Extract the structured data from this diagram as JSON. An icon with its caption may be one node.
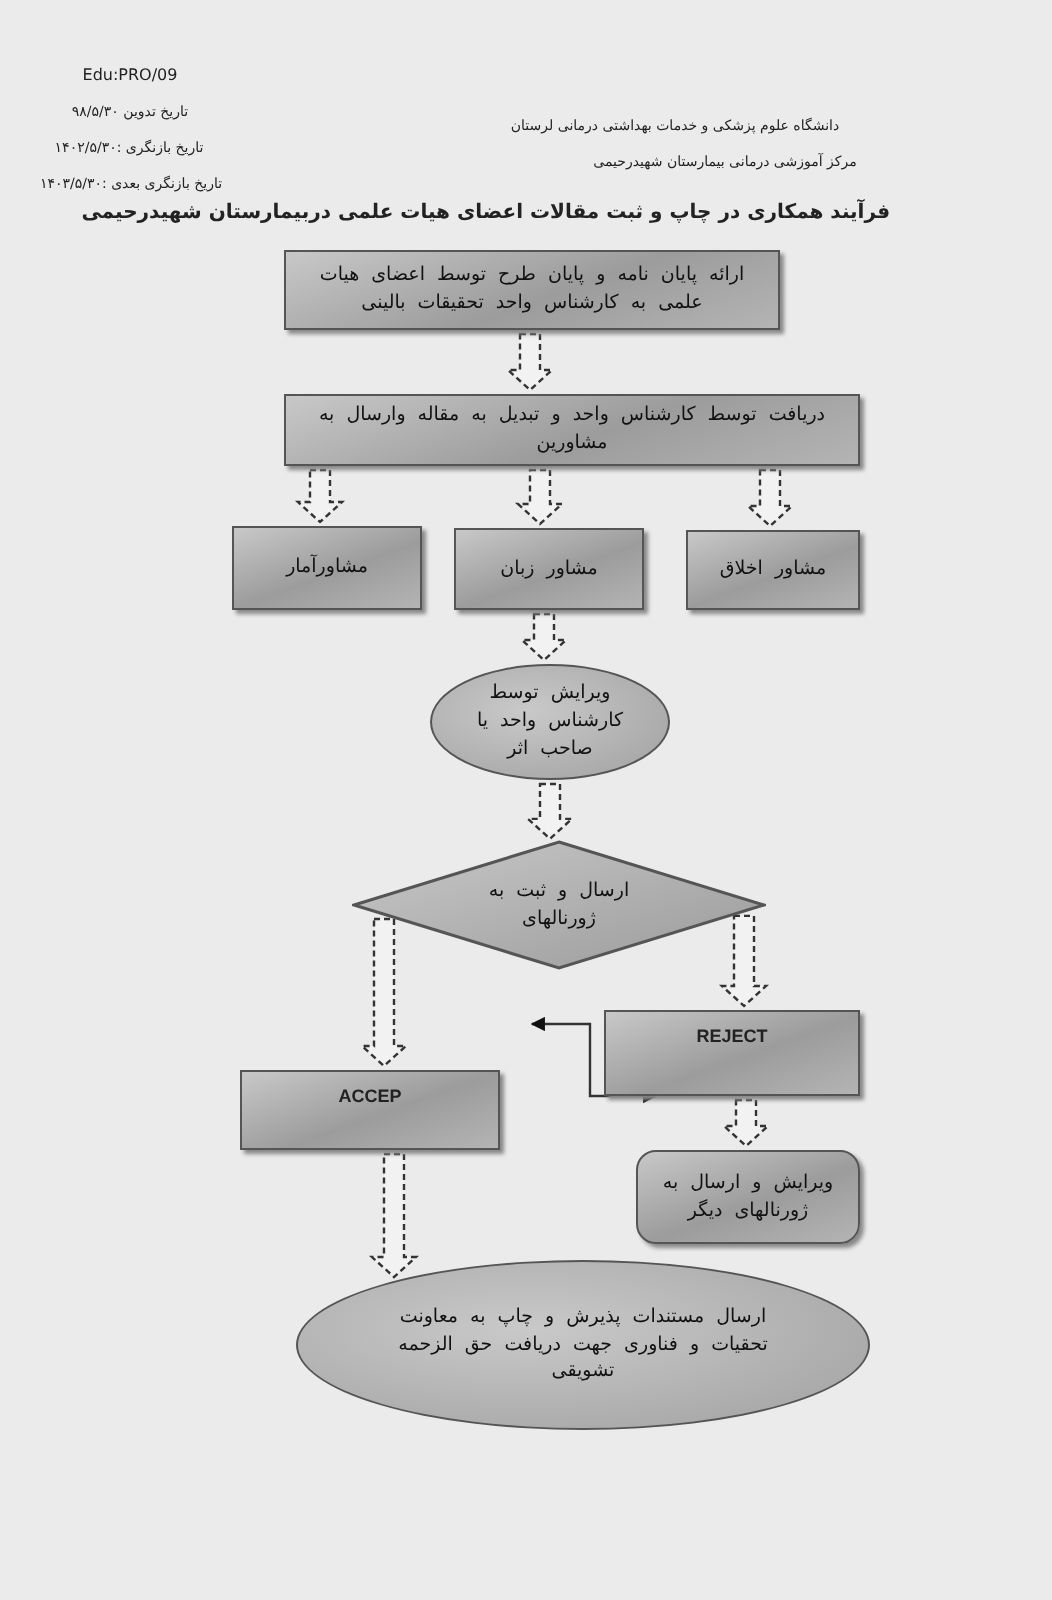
{
  "diagram": {
    "title": "فرآیند همکاری در چاپ و ثبت مقالات اعضای هیات علمی دربیمارستان شهیدرحیمی",
    "nodes": [
      {
        "text": [
          "ارائه پایان نامه و پایان طرح توسط اعضای هیات علمی به کارشناس واحد تحقیقات بالینی"
        ]
      },
      {
        "text": [
          "دریافت توسط کارشناس واحد و تبدیل به مقاله وارسال به مشاورین"
        ]
      },
      {
        "text": [
          "مشاورآمار"
        ]
      },
      {
        "text": [
          "مشاور زبان"
        ]
      },
      {
        "text": [
          "مشاور اخلاق"
        ]
      },
      {
        "text": [
          "ویرایش توسط کارشناس واحد یا صاحب اثر"
        ]
      },
      {
        "text": [
          "ارسال و ثبت به ژورنالهای"
        ]
      },
      {
        "text": [
          "ACCEP"
        ]
      },
      {
        "text": [
          "REJECT"
        ]
      },
      {
        "text": [
          "ویرایش و ارسال به ژورنالهای دیگر"
        ]
      },
      {
        "text": [
          "ارسال مستندات پذیرش و چاپ به معاونت تحقیات و فناوری جهت دریافت حق الزحمه تشویقی"
        ]
      }
    ],
    "edges": [
      {
        "from": 0,
        "to": 1,
        "arrow": "to",
        "style": "dashed"
      },
      {
        "from": 1,
        "to": 2,
        "arrow": "to",
        "style": "dashed"
      },
      {
        "from": 1,
        "to": 3,
        "arrow": "to",
        "style": "dashed"
      },
      {
        "from": 1,
        "to": 4,
        "arrow": "to",
        "style": "dashed"
      },
      {
        "from": 3,
        "to": 5,
        "arrow": "to",
        "style": "dashed"
      },
      {
        "from": 5,
        "to": 6,
        "arrow": "to",
        "style": "dashed"
      },
      {
        "from": 6,
        "to": 7,
        "arrow": "to",
        "style": "dashed"
      },
      {
        "from": 6,
        "to": 8,
        "arrow": "to",
        "style": "dashed"
      },
      {
        "from": 8,
        "to": 9,
        "arrow": "to",
        "style": "dashed"
      },
      {
        "from": 7,
        "to": 10,
        "arrow": "to",
        "style": "dashed"
      },
      {
        "from": null,
        "to": 8,
        "arrow": "both"
      }
    ],
    "labels": [
      "Edu:PRO/09",
      "دانشگاه علوم پزشکی و خدمات بهداشتی درمانی لرستان",
      "تاریخ تدوین ۹۸/۵/۳۰",
      "مرکز آموزشی درمانی بیمارستان شهیدرحیمی",
      "تاریخ بازنگری :۱۴۰۲/۵/۳۰",
      "تاریخ بازنگری بعدی :۱۴۰۳/۵/۳۰"
    ]
  }
}
